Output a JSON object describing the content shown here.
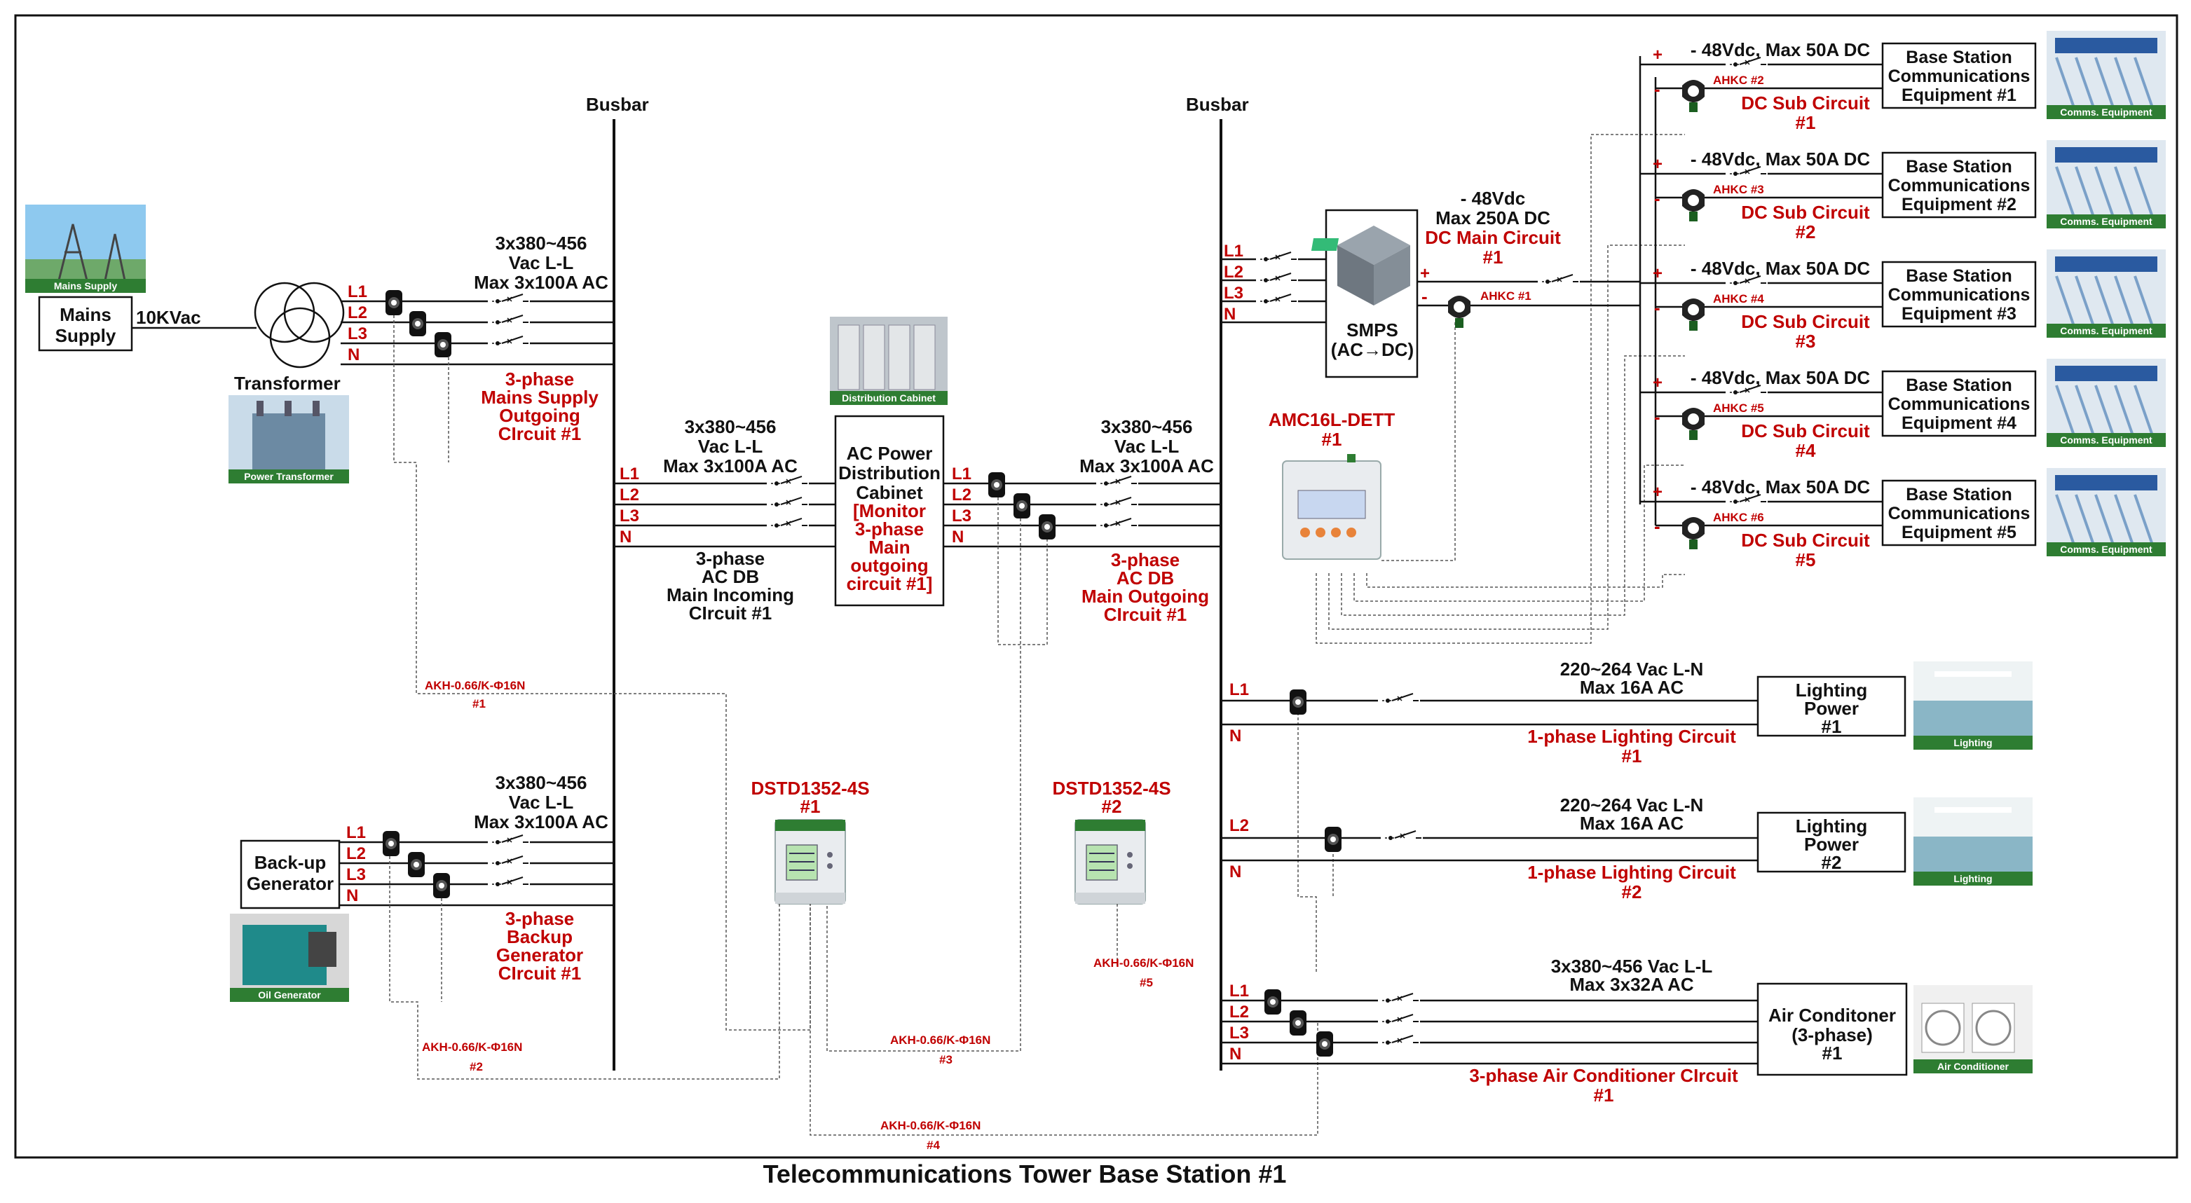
{
  "title": "Telecommunications Tower Base Station #1",
  "busbar_left": "Busbar",
  "busbar_right": "Busbar",
  "mains": {
    "label_1": "Mains",
    "label_2": "Supply",
    "voltage": "10KVac",
    "photo_label": "Mains Supply"
  },
  "transformer": {
    "label": "Transformer",
    "photo_label": "Power Transformer"
  },
  "mains_out": {
    "rating_1": "3x380~456",
    "rating_2": "Vac L-L",
    "rating_3": "Max 3x100A AC",
    "name_1": "3-phase",
    "name_2": "Mains Supply",
    "name_3": "Outgoing",
    "name_4": "CIrcuit #1"
  },
  "phases": {
    "l1": "L1",
    "l2": "L2",
    "l3": "L3",
    "n": "N"
  },
  "generator": {
    "label_1": "Back-up",
    "label_2": "Generator",
    "photo_label": "Oil Generator",
    "rating_1": "3x380~456",
    "rating_2": "Vac L-L",
    "rating_3": "Max 3x100A AC",
    "name_1": "3-phase",
    "name_2": "Backup",
    "name_3": "Generator",
    "name_4": "CIrcuit #1"
  },
  "ac_db_in": {
    "rating_1": "3x380~456",
    "rating_2": "Vac L-L",
    "rating_3": "Max 3x100A AC",
    "name_1": "3-phase",
    "name_2": "AC DB",
    "name_3": "Main Incoming",
    "name_4": "CIrcuit #1"
  },
  "cabinet": {
    "line_1": "AC Power",
    "line_2": "Distribution",
    "line_3": "Cabinet",
    "note_1": "[Monitor",
    "note_2": "3-phase",
    "note_3": "Main",
    "note_4": "outgoing",
    "note_5": "circuit #1]",
    "photo_label": "Distribution Cabinet"
  },
  "ac_db_out": {
    "rating_1": "3x380~456",
    "rating_2": "Vac L-L",
    "rating_3": "Max 3x100A AC",
    "name_1": "3-phase",
    "name_2": "AC DB",
    "name_3": "Main Outgoing",
    "name_4": "CIrcuit #1"
  },
  "meters": {
    "dstd1_1": "DSTD1352-4S",
    "dstd1_2": "#1",
    "dstd2_1": "DSTD1352-4S",
    "dstd2_2": "#2",
    "amc_1": "AMC16L-DETT",
    "amc_2": "#1"
  },
  "ct_labels": {
    "akh1": "AKH-0.66/K-Φ16N",
    "akh1_num": "#1",
    "akh2": "AKH-0.66/K-Φ16N",
    "akh2_num": "#2",
    "akh3": "AKH-0.66/K-Φ16N",
    "akh3_num": "#3",
    "akh4": "AKH-0.66/K-Φ16N",
    "akh4_num": "#4",
    "akh5": "AKH-0.66/K-Φ16N",
    "akh5_num": "#5"
  },
  "smps": {
    "line_1": "SMPS",
    "line_2": "(AC→DC)"
  },
  "dc_main": {
    "line_1": "- 48Vdc",
    "line_2": "Max 250A DC",
    "name_1": "DC Main Circuit",
    "name_2": "#1",
    "ahkc": "AHKC #1",
    "plus": "+",
    "minus": "-"
  },
  "dc_subs": [
    {
      "rating": "- 48Vdc, Max 50A DC",
      "ahkc": "AHKC #2",
      "name": "DC Sub Circuit",
      "num": "#1",
      "eq_1": "Base Station",
      "eq_2": "Communications",
      "eq_3": "Equipment #1",
      "photo_label": "Comms. Equipment",
      "plus": "+",
      "minus": "-"
    },
    {
      "rating": "- 48Vdc, Max 50A DC",
      "ahkc": "AHKC #3",
      "name": "DC Sub Circuit",
      "num": "#2",
      "eq_1": "Base Station",
      "eq_2": "Communications",
      "eq_3": "Equipment #2",
      "photo_label": "Comms. Equipment",
      "plus": "+",
      "minus": "-"
    },
    {
      "rating": "- 48Vdc, Max 50A DC",
      "ahkc": "AHKC #4",
      "name": "DC Sub Circuit",
      "num": "#3",
      "eq_1": "Base Station",
      "eq_2": "Communications",
      "eq_3": "Equipment #3",
      "photo_label": "Comms. Equipment",
      "plus": "+",
      "minus": "-"
    },
    {
      "rating": "- 48Vdc, Max 50A DC",
      "ahkc": "AHKC #5",
      "name": "DC Sub Circuit",
      "num": "#4",
      "eq_1": "Base Station",
      "eq_2": "Communications",
      "eq_3": "Equipment #4",
      "photo_label": "Comms. Equipment",
      "plus": "+",
      "minus": "-"
    },
    {
      "rating": "- 48Vdc, Max 50A DC",
      "ahkc": "AHKC #6",
      "name": "DC Sub Circuit",
      "num": "#5",
      "eq_1": "Base Station",
      "eq_2": "Communications",
      "eq_3": "Equipment #5",
      "photo_label": "Comms. Equipment",
      "plus": "+",
      "minus": "-"
    }
  ],
  "lighting1": {
    "phase": "L1",
    "n": "N",
    "rating_1": "220~264 Vac L-N",
    "rating_2": "Max 16A AC",
    "name": "1-phase Lighting Circuit",
    "num": "#1",
    "box_1": "Lighting",
    "box_2": "Power",
    "box_3": "#1",
    "photo_label": "Lighting"
  },
  "lighting2": {
    "phase": "L2",
    "n": "N",
    "rating_1": "220~264 Vac L-N",
    "rating_2": "Max 16A AC",
    "name": "1-phase Lighting Circuit",
    "num": "#2",
    "box_1": "Lighting",
    "box_2": "Power",
    "box_3": "#2",
    "photo_label": "Lighting"
  },
  "aircon": {
    "rating_1": "3x380~456 Vac L-L",
    "rating_2": "Max 3x32A AC",
    "name": "3-phase Air Conditioner CIrcuit",
    "num": "#1",
    "box_1": "Air Conditoner",
    "box_2": "(3-phase)",
    "box_3": "#1",
    "photo_label": "Air Conditioner"
  },
  "colors": {
    "accent_red": "#c00000",
    "line": "#111111",
    "photo_green": "#2e7d32"
  }
}
